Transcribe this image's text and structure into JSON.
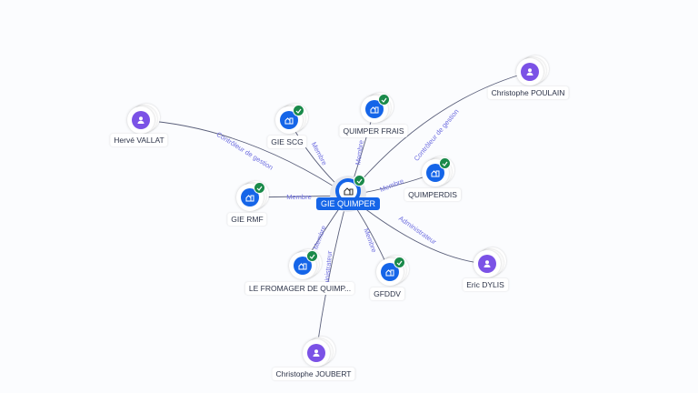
{
  "center": {
    "label": "GIE QUIMPER",
    "type": "company",
    "verified": true
  },
  "nodes": [
    {
      "id": "gie-scg",
      "label": "GIE SCG",
      "type": "company",
      "verified": true
    },
    {
      "id": "quimper-frais",
      "label": "QUIMPER FRAIS",
      "type": "company",
      "verified": true
    },
    {
      "id": "quimperdis",
      "label": "QUIMPERDIS",
      "type": "company",
      "verified": true
    },
    {
      "id": "gie-rmf",
      "label": "GIE RMF",
      "type": "company",
      "verified": true
    },
    {
      "id": "le-fromager",
      "label": "LE FROMAGER DE QUIMP...",
      "type": "company",
      "verified": true
    },
    {
      "id": "gfddv",
      "label": "GFDDV",
      "type": "company",
      "verified": true
    },
    {
      "id": "herve-vallat",
      "label": "Hervé VALLAT",
      "type": "person",
      "verified": false
    },
    {
      "id": "christophe-poulain",
      "label": "Christophe POULAIN",
      "type": "person",
      "verified": false
    },
    {
      "id": "eric-dylis",
      "label": "Eric DYLIS",
      "type": "person",
      "verified": false
    },
    {
      "id": "christophe-joubert",
      "label": "Christophe JOUBERT",
      "type": "person",
      "verified": false
    }
  ],
  "edges": [
    {
      "from": "gie-scg",
      "label": "Membre"
    },
    {
      "from": "quimper-frais",
      "label": "Membre"
    },
    {
      "from": "quimperdis",
      "label": "Membre"
    },
    {
      "from": "gie-rmf",
      "label": "Membre"
    },
    {
      "from": "le-fromager",
      "label": "Membre"
    },
    {
      "from": "gfddv",
      "label": "Membre"
    },
    {
      "from": "herve-vallat",
      "label": "Contrôleur de gestion"
    },
    {
      "from": "christophe-poulain",
      "label": "Contrôleur de gestion"
    },
    {
      "from": "eric-dylis",
      "label": "Administrateur"
    },
    {
      "from": "christophe-joubert",
      "label": "Administrateur"
    }
  ],
  "colors": {
    "company": "#1565e8",
    "person": "#7b52e6",
    "verified": "#1a8a4a",
    "edge_label": "#6f6fe0"
  }
}
